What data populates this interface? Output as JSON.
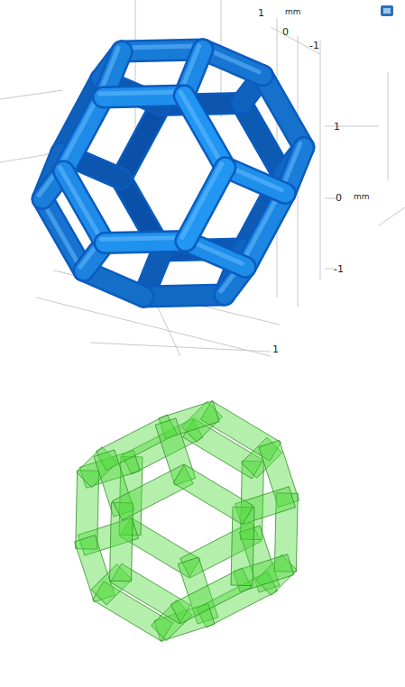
{
  "diagram": {
    "labels": [
      "1",
      "mm",
      "0",
      "-1",
      "1",
      "0",
      "mm",
      "-1",
      "1"
    ]
  }
}
